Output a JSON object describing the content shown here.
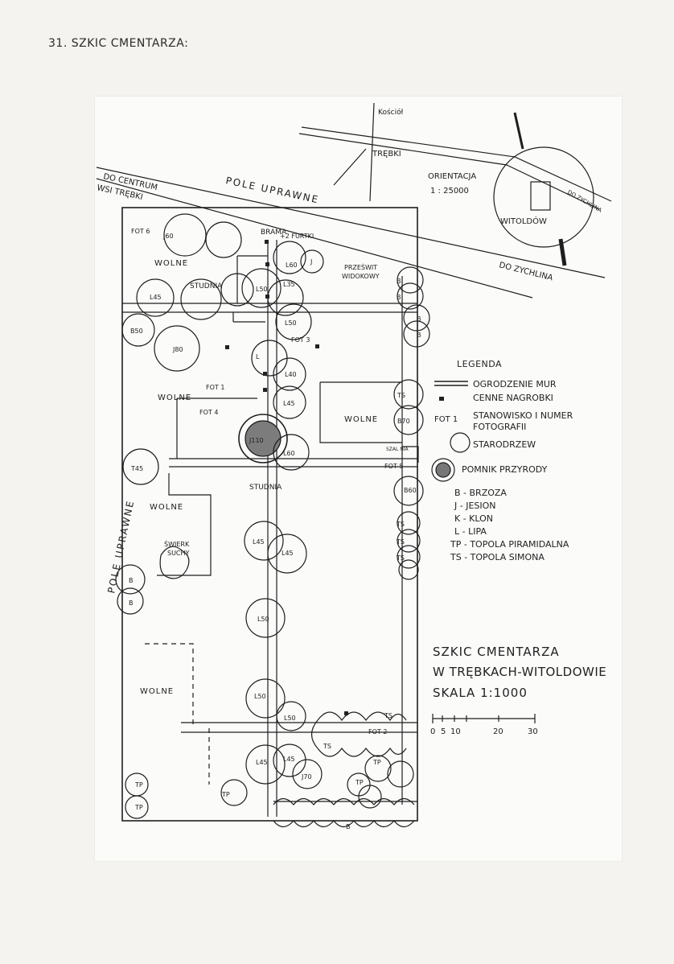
{
  "page_title": "31. SZKIC CMENTARZA:",
  "orientation": {
    "church": "Kościół",
    "village": "TRĘBKI",
    "label_line1": "ORIENTACJA",
    "label_line2": "1 : 25000",
    "locality": "WITOLDÓW",
    "road_a": "DO ZYCHLINA"
  },
  "map": {
    "field_top": "POLE UPRAWNE",
    "to_center_1": "DO CENTRUM",
    "to_center_2": "WSI TRĘBKI",
    "to_zychlin": "DO ZYCHLINA",
    "field_left": "POLE UPRAWNE",
    "gate": "BRAMA",
    "wickets": "+2 FURTKI",
    "vista_1": "PRZEŚWIT",
    "vista_2": "WIDOKOWY",
    "well_1": "STUDNIA",
    "well_2": "STUDNIA",
    "free": "WOLNE",
    "spruce_1": "ŚWIERK",
    "spruce_2": "SUCHY",
    "shed": "SZAL NIA",
    "photos": [
      "FOT 6",
      "FOT 3",
      "FOT 1",
      "FOT 4",
      "FOT 5",
      "FOT 2"
    ],
    "trees": [
      {
        "code": "J",
        "value": "60"
      },
      {
        "code": "L",
        "value": "45"
      },
      {
        "code": "L",
        "value": "50"
      },
      {
        "code": "L",
        "value": "35"
      },
      {
        "code": "L",
        "value": "60"
      },
      {
        "code": "J",
        "value": ""
      },
      {
        "code": "B",
        "value": "50"
      },
      {
        "code": "J",
        "value": "80"
      },
      {
        "code": "L",
        "value": "50"
      },
      {
        "code": "L",
        "value": ""
      },
      {
        "code": "L",
        "value": "40"
      },
      {
        "code": "L",
        "value": "45"
      },
      {
        "code": "J",
        "value": "110"
      },
      {
        "code": "L",
        "value": "60"
      },
      {
        "code": "T",
        "value": "45"
      },
      {
        "code": "L",
        "value": "45"
      },
      {
        "code": "L",
        "value": "45"
      },
      {
        "code": "L",
        "value": "50"
      },
      {
        "code": "L",
        "value": "50"
      },
      {
        "code": "L",
        "value": "50"
      },
      {
        "code": "L",
        "value": "45"
      },
      {
        "code": "L",
        "value": "45"
      },
      {
        "code": "J",
        "value": "70"
      },
      {
        "code": "B",
        "value": ""
      },
      {
        "code": "B",
        "value": ""
      },
      {
        "code": "B",
        "value": ""
      },
      {
        "code": "B",
        "value": ""
      },
      {
        "code": "TS",
        "value": ""
      },
      {
        "code": "B",
        "value": "70"
      },
      {
        "code": "B",
        "value": "60"
      },
      {
        "code": "TS",
        "value": ""
      },
      {
        "code": "TS",
        "value": ""
      },
      {
        "code": "TS",
        "value": ""
      },
      {
        "code": "TS",
        "value": ""
      },
      {
        "code": "TS",
        "value": ""
      },
      {
        "code": "TP",
        "value": ""
      },
      {
        "code": "TP",
        "value": ""
      },
      {
        "code": "TP",
        "value": ""
      },
      {
        "code": "TP",
        "value": ""
      },
      {
        "code": "TP",
        "value": ""
      },
      {
        "code": "B",
        "value": ""
      },
      {
        "code": "B",
        "value": ""
      },
      {
        "code": "B",
        "value": ""
      }
    ]
  },
  "legend": {
    "title": "LEGENDA",
    "items": [
      "OGRODZENIE MUR",
      "CENNE NAGROBKI",
      "STANOWISKO I NUMER FOTOGRAFII",
      "STARODRZEW",
      "POMNIK PRZYRODY"
    ],
    "fot_sample": "FOT 1",
    "species": [
      "B - BRZOZA",
      "J - JESION",
      "K - KLON",
      "L - LIPA",
      "TP - TOPOLA PIRAMIDALNA",
      "TS - TOPOLA SIMONA"
    ]
  },
  "caption": {
    "line1": "SZKIC CMENTARZA",
    "line2": "W TRĘBKACH-WITOLDOWIE",
    "line3": "SKALA  1:1000"
  },
  "scale_bar": {
    "ticks": [
      "0",
      "5",
      "10",
      "20",
      "30"
    ]
  }
}
